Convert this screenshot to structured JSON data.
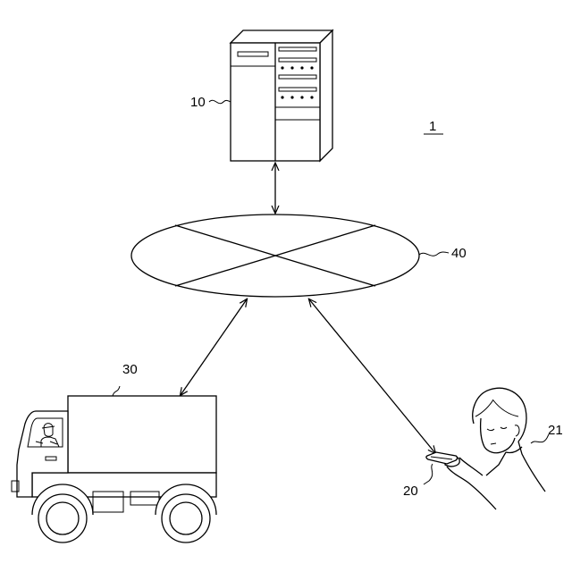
{
  "labels": {
    "system": "1",
    "server": "10",
    "terminal": "20",
    "user": "21",
    "vehicle": "30",
    "network": "40"
  }
}
